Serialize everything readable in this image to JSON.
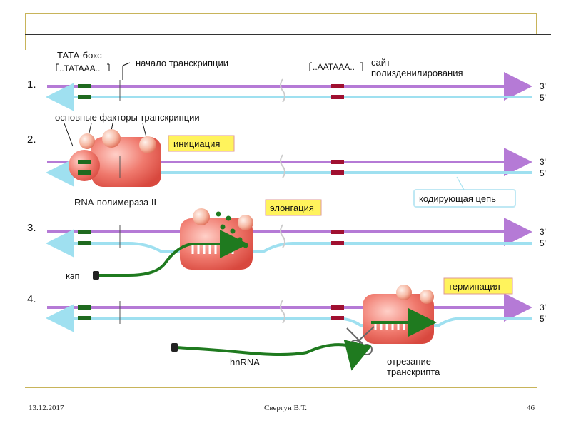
{
  "diagram": {
    "steps": [
      "1.",
      "2.",
      "3.",
      "4."
    ],
    "strand_ends": {
      "top": "3'",
      "bottom": "5'"
    },
    "labels": {
      "tata_box": "ТАТА-бокс",
      "tata_seq": "..TATAAA..",
      "transcription_start": "начало транскрипции",
      "aataaa_seq": "..AATAAA..",
      "polyadenylation_site_line1": "сайт",
      "polyadenylation_site_line2": "полизденилирования",
      "basal_factors": "основные факторы транскрипции",
      "rna_polymerase": "RNA-полимераза II",
      "coding_strand": "кодирующая цепь",
      "cap": "кэп",
      "hnrna": "hnRNA",
      "cleavage_line1": "отрезание",
      "cleavage_line2": "транскрипта"
    },
    "stages": {
      "initiation": "инициация",
      "elongation": "элонгация",
      "termination": "терминация"
    },
    "colors": {
      "top_strand": "#b57ad6",
      "bottom_strand": "#9fe0f0",
      "polymerase": "#e85a5a",
      "rna": "#1f7a1f",
      "stage_box": "#fff35c",
      "site_mark": "#a01030",
      "tata_mark": "#1f6a1f"
    }
  },
  "footer": {
    "date": "13.12.2017",
    "author": "Свергун В.Т.",
    "page": "46"
  }
}
